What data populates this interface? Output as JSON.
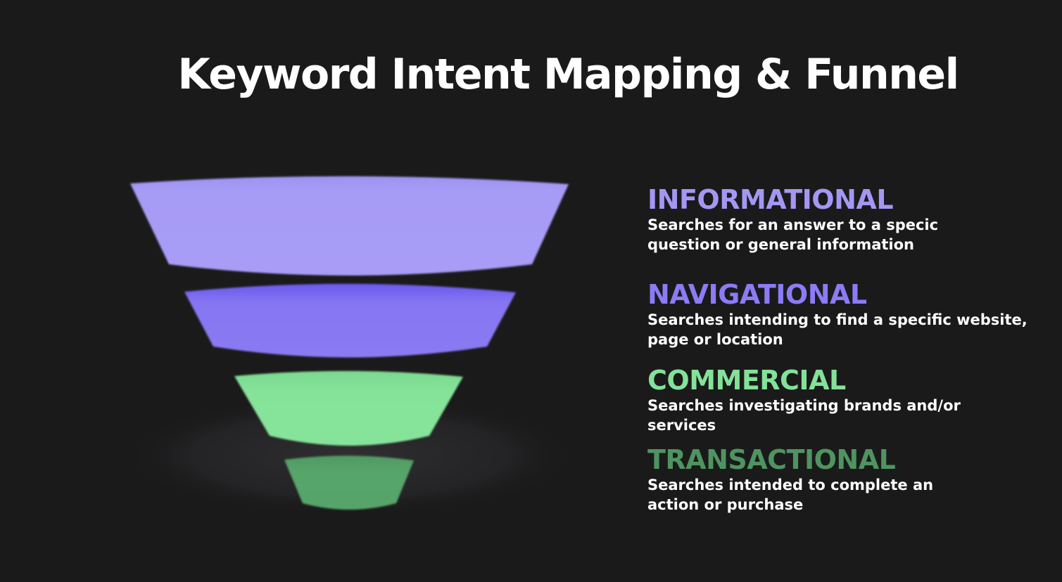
{
  "title": "Keyword Intent Mapping & Funnel",
  "colors": {
    "background": "#1b1a1b",
    "informational": "#a497f4",
    "navigational": "#8777f2",
    "commercial": "#83e298",
    "transactional": "#55a36a"
  },
  "stages": [
    {
      "name": "INFORMATIONAL",
      "description": "Searches for an answer to a specic question or general information",
      "color": "#a497f4",
      "text_color": "#a497f4"
    },
    {
      "name": "NAVIGATIONAL",
      "description": "Searches intending to find a specific website, page or location",
      "color": "#8777f2",
      "text_color": "#8b7bf5"
    },
    {
      "name": "COMMERCIAL",
      "description": "Searches investigating brands and/or services",
      "color": "#83e298",
      "text_color": "#83e298"
    },
    {
      "name": "TRANSACTIONAL",
      "description": "Searches intended to complete an action or purchase",
      "color": "#55a36a",
      "text_color": "#4f9460"
    }
  ]
}
